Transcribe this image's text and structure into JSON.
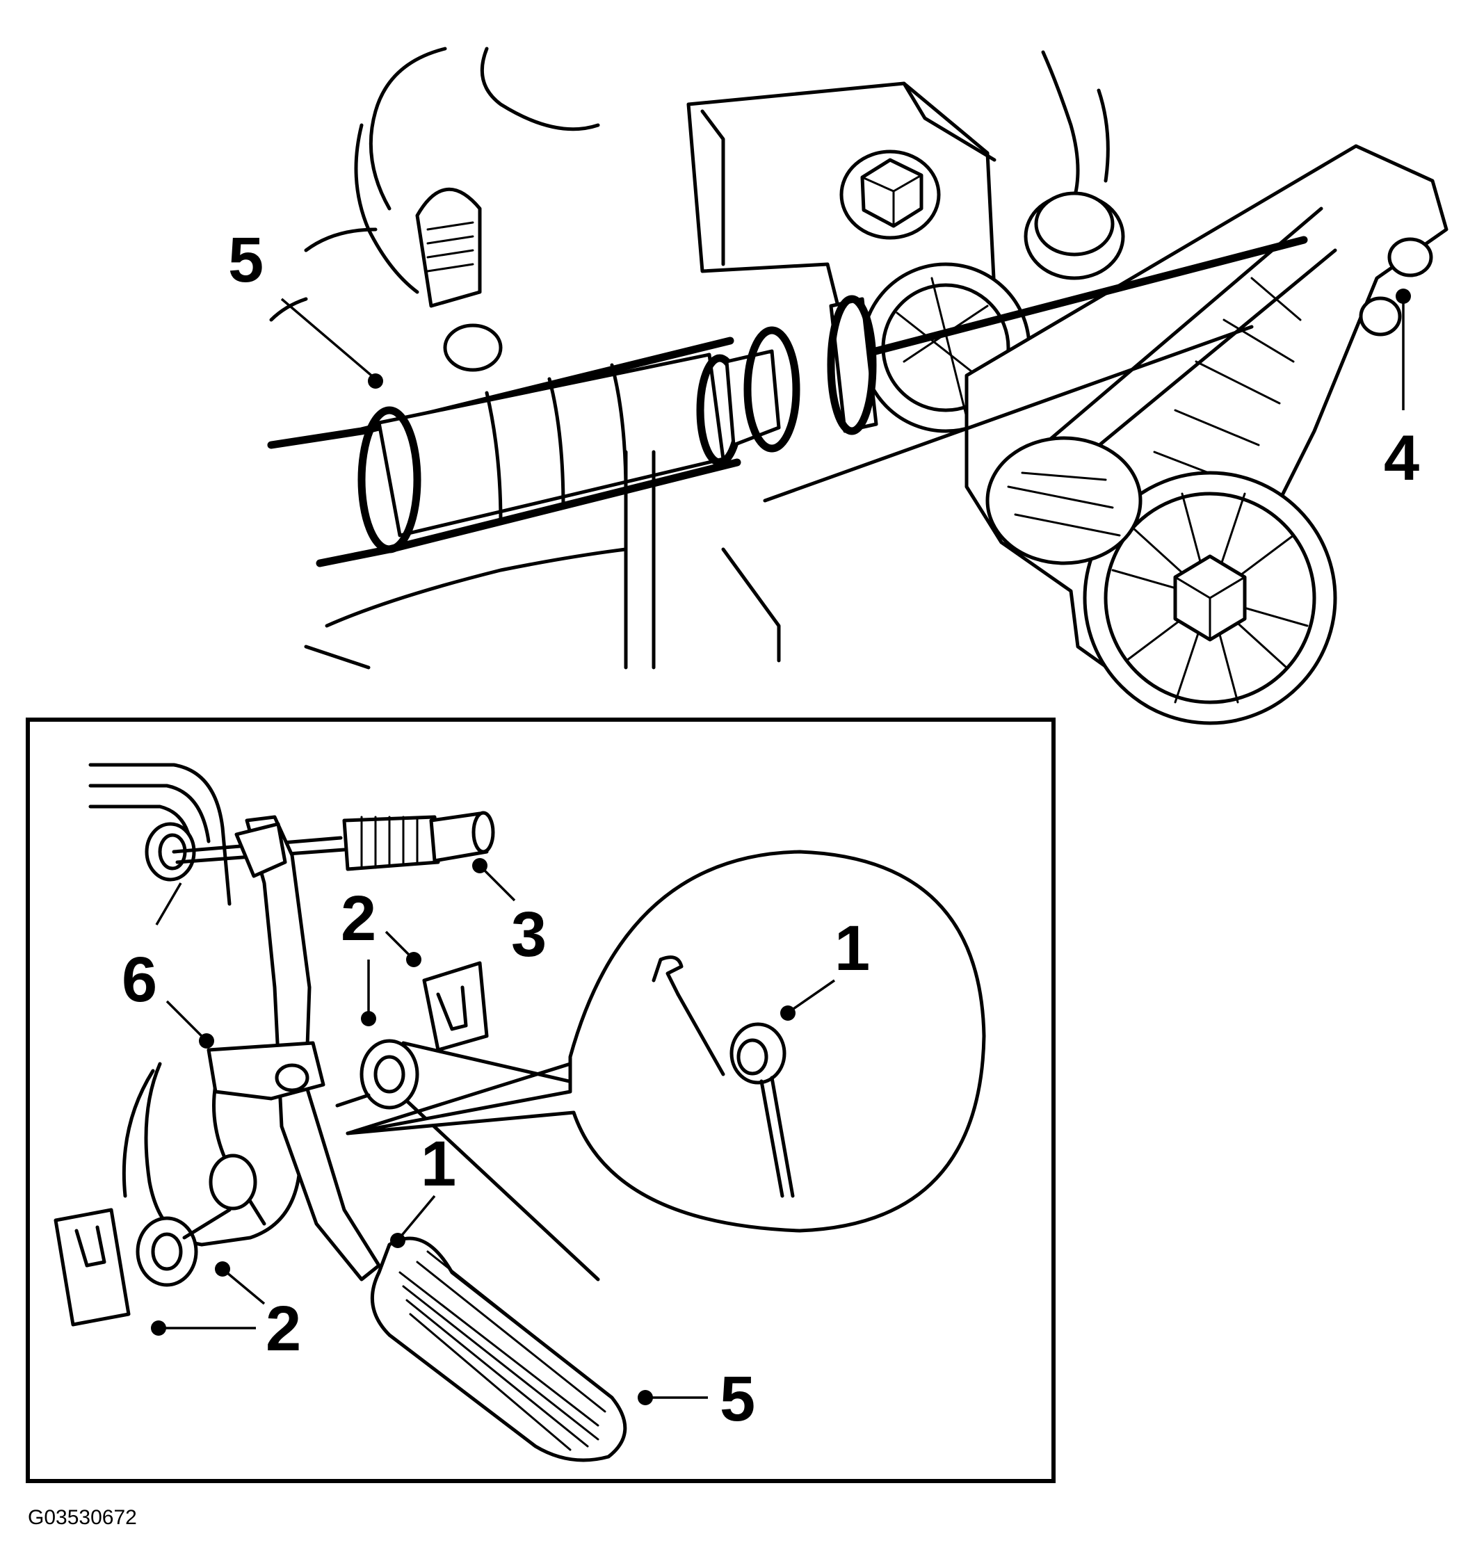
{
  "callouts": {
    "upper_5": "5",
    "upper_4": "4",
    "inset_3": "3",
    "inset_2_top": "2",
    "inset_6": "6",
    "inset_1_detail": "1",
    "inset_1_lower": "1",
    "inset_2_bottom": "2",
    "inset_5": "5"
  },
  "figure_code": "G03530672",
  "colors": {
    "ink": "#000000",
    "paper": "#ffffff"
  }
}
